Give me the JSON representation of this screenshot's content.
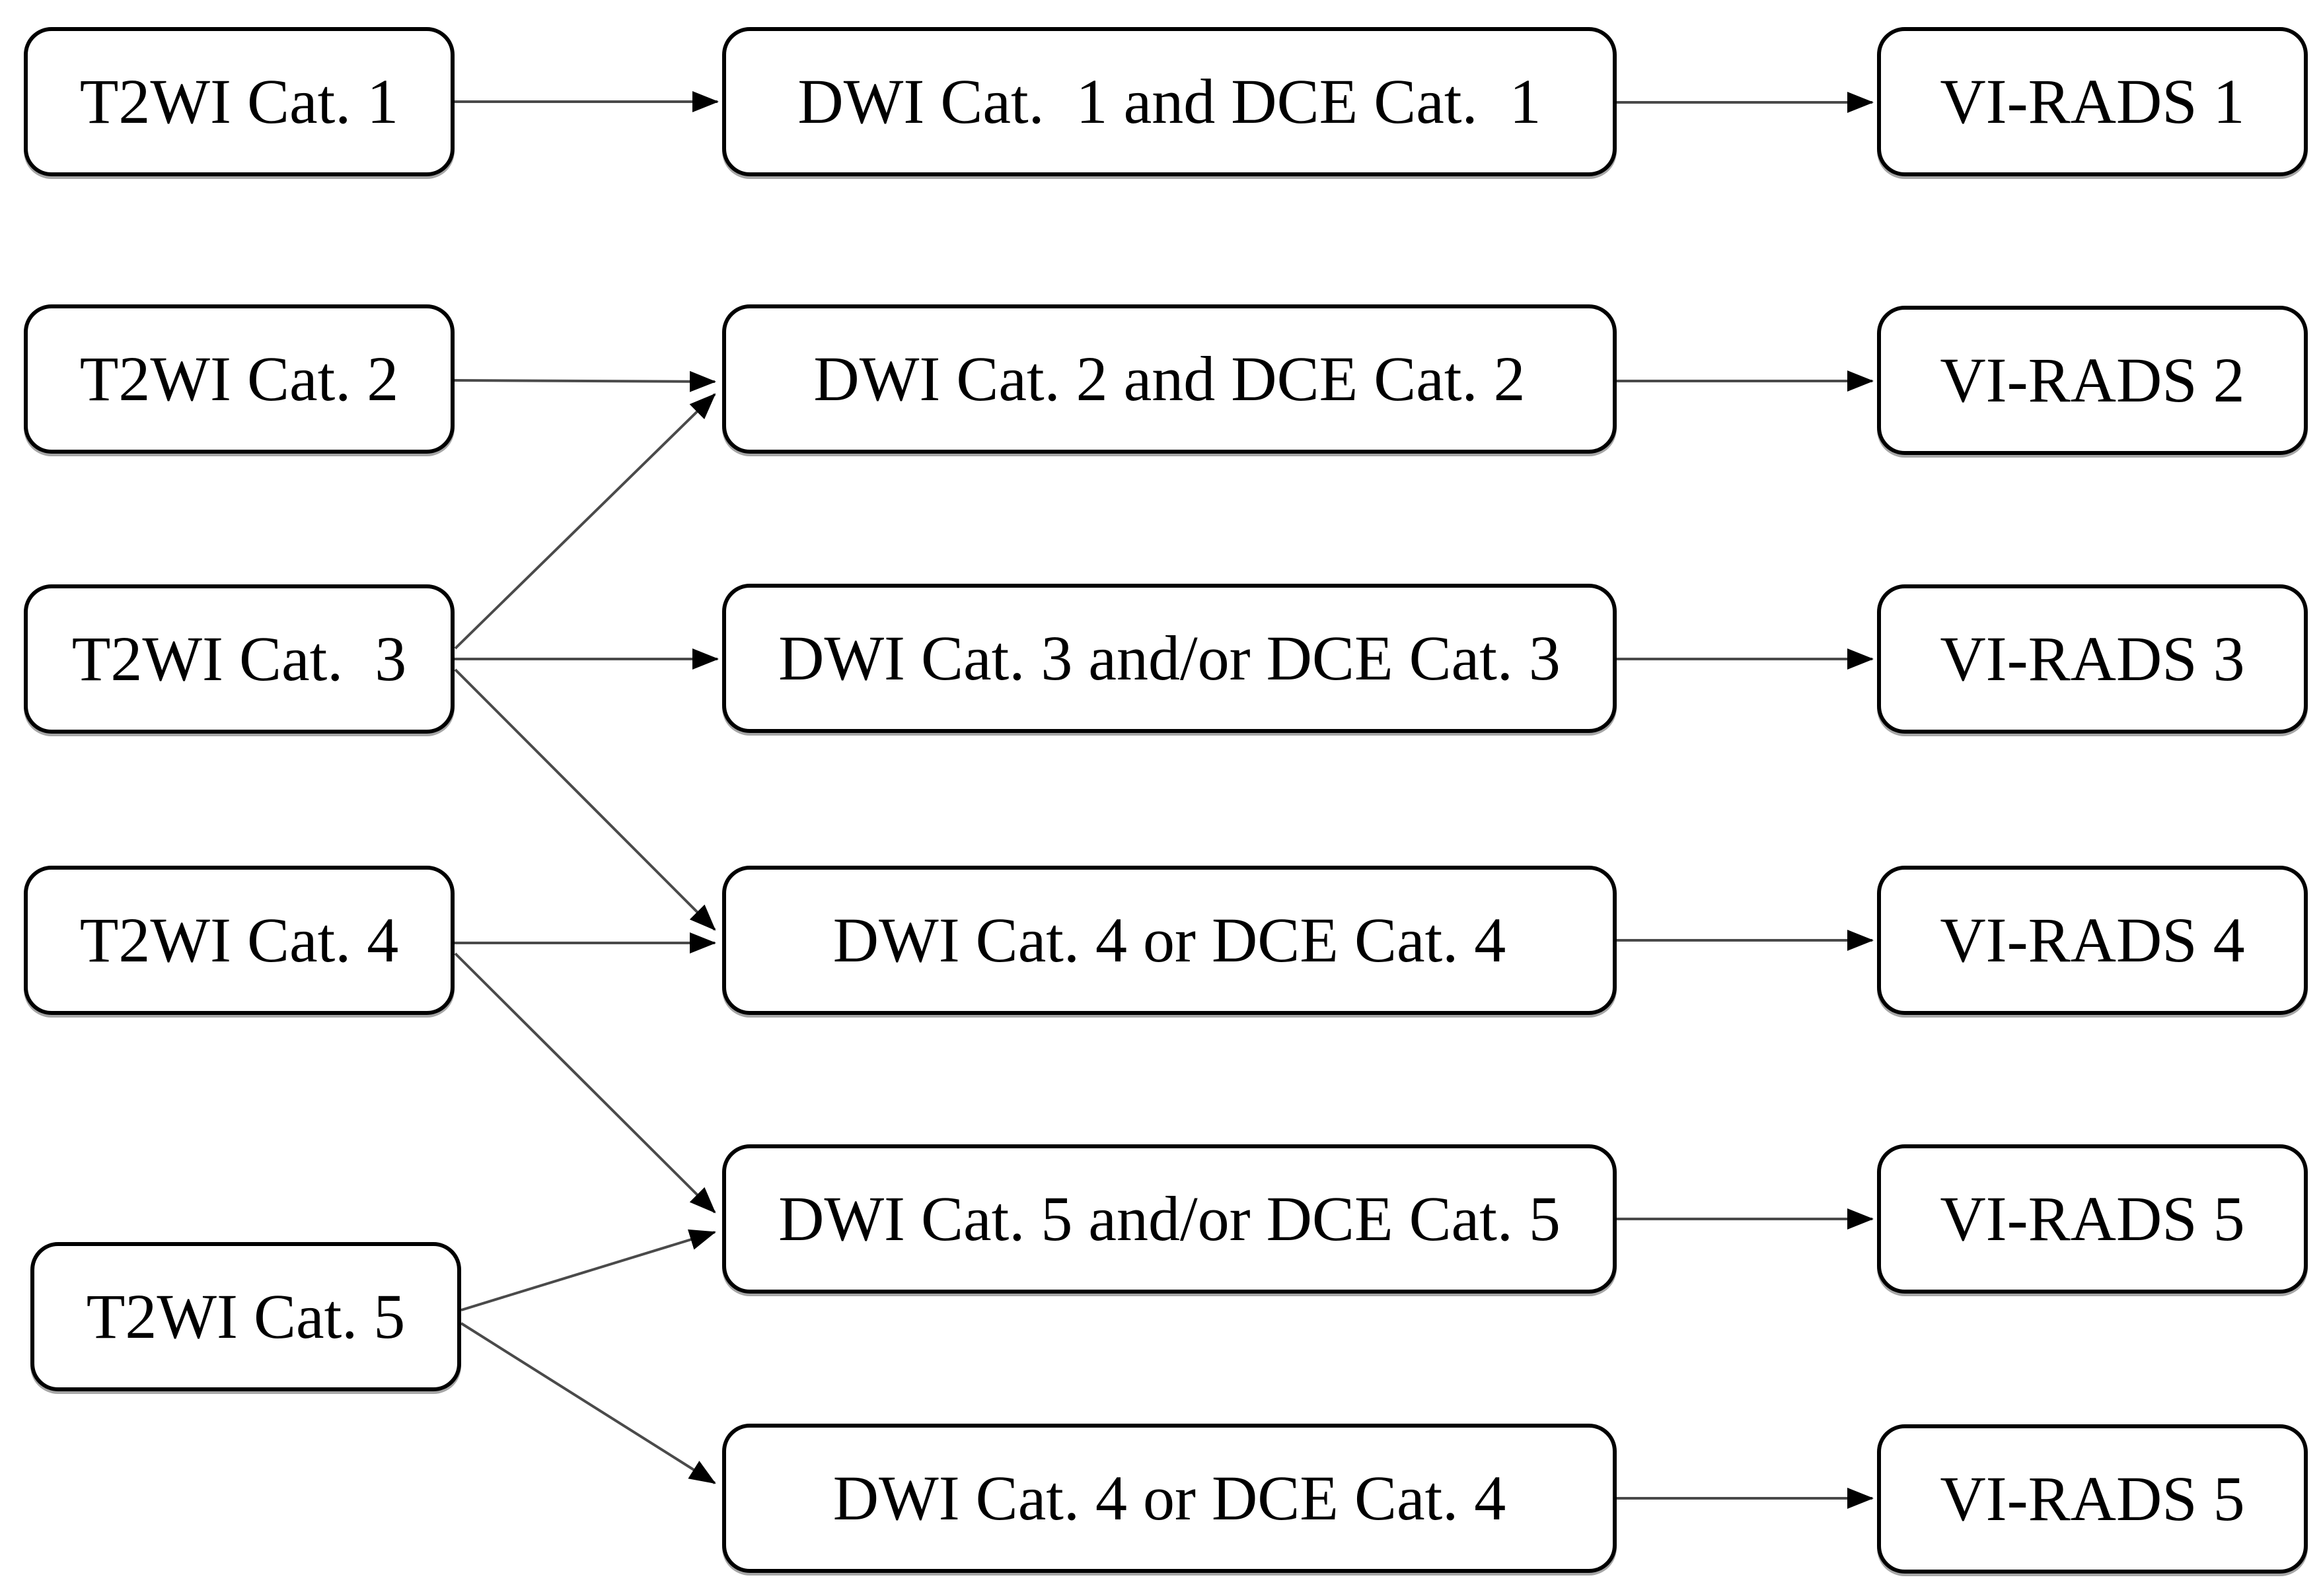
{
  "nodes": {
    "t2wi1": {
      "label": "T2WI Cat. 1"
    },
    "t2wi2": {
      "label": "T2WI Cat. 2"
    },
    "t2wi3": {
      "label": "T2WI Cat.  3"
    },
    "t2wi4": {
      "label": "T2WI Cat. 4"
    },
    "t2wi5": {
      "label": "T2WI Cat. 5"
    },
    "dwi_dce1": {
      "label": "DWI Cat.  1 and DCE Cat.  1"
    },
    "dwi_dce2": {
      "label": "DWI Cat. 2 and DCE Cat. 2"
    },
    "dwi_dce3": {
      "label": "DWI Cat. 3 and/or DCE Cat. 3"
    },
    "dwi_dce4": {
      "label": "DWI Cat. 4 or DCE Cat. 4"
    },
    "dwi_dce5": {
      "label": "DWI Cat. 5 and/or DCE Cat. 5"
    },
    "dwi_dce6": {
      "label": "DWI Cat. 4 or DCE Cat. 4"
    },
    "virads1": {
      "label": "VI-RADS 1"
    },
    "virads2": {
      "label": "VI-RADS 2"
    },
    "virads3": {
      "label": "VI-RADS 3"
    },
    "virads4": {
      "label": "VI-RADS 4"
    },
    "virads5": {
      "label": "VI-RADS 5"
    },
    "virads6": {
      "label": "VI-RADS 5"
    }
  },
  "edges": [
    {
      "from": "t2wi1",
      "to": "dwi_dce1"
    },
    {
      "from": "t2wi2",
      "to": "dwi_dce2"
    },
    {
      "from": "t2wi3",
      "to": "dwi_dce2"
    },
    {
      "from": "t2wi3",
      "to": "dwi_dce3"
    },
    {
      "from": "t2wi3",
      "to": "dwi_dce4"
    },
    {
      "from": "t2wi4",
      "to": "dwi_dce4"
    },
    {
      "from": "t2wi4",
      "to": "dwi_dce5"
    },
    {
      "from": "t2wi5",
      "to": "dwi_dce5"
    },
    {
      "from": "t2wi5",
      "to": "dwi_dce6"
    },
    {
      "from": "dwi_dce1",
      "to": "virads1"
    },
    {
      "from": "dwi_dce2",
      "to": "virads2"
    },
    {
      "from": "dwi_dce3",
      "to": "virads3"
    },
    {
      "from": "dwi_dce4",
      "to": "virads4"
    },
    {
      "from": "dwi_dce5",
      "to": "virads5"
    },
    {
      "from": "dwi_dce6",
      "to": "virads6"
    }
  ],
  "colors": {
    "background": "#ffffff",
    "box_fill": "#ffffff",
    "box_border": "#000000",
    "arrow_line": "#4a4a4a",
    "arrow_head": "#000000",
    "text": "#000000"
  }
}
